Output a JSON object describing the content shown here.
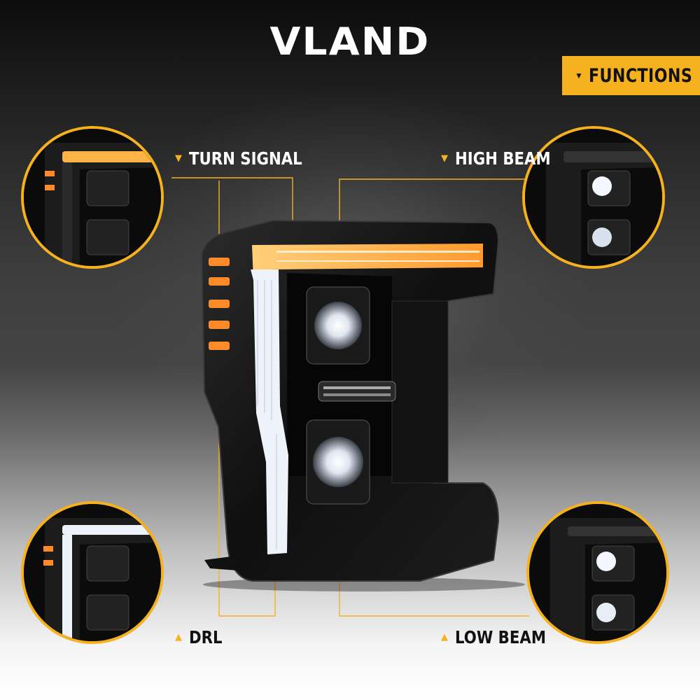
{
  "brand": "VLAND",
  "functions_tab": {
    "label": "FUNCTIONS",
    "icon": "down-triangle-icon"
  },
  "features": {
    "turn_signal": {
      "label": "TURN SIGNAL",
      "icon": "down-triangle-icon"
    },
    "high_beam": {
      "label": "HIGH BEAM",
      "icon": "down-triangle-icon"
    },
    "drl": {
      "label": "DRL",
      "icon": "up-triangle-icon"
    },
    "low_beam": {
      "label": "LOW BEAM",
      "icon": "up-triangle-icon"
    }
  },
  "colors": {
    "accent": "#f5b11e",
    "amber_led": "#ffb347",
    "white_led": "#f2f6ff",
    "housing": "#111111"
  }
}
